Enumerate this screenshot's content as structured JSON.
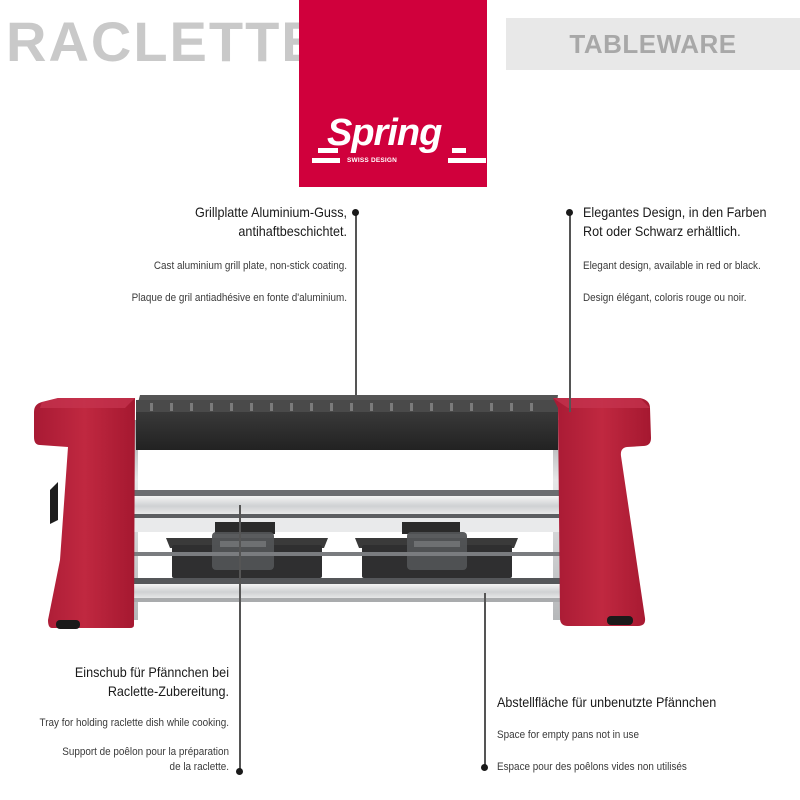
{
  "header": {
    "category_title": "RACLETTE",
    "section_tag": "TABLEWARE",
    "brand": {
      "name": "Spring",
      "tagline": "SWISS DESIGN",
      "color": "#d0003c"
    }
  },
  "product": {
    "name": "Raclette grill",
    "body_color": "#b8203a",
    "grill_color": "#2b2b2b"
  },
  "callouts": [
    {
      "id": "grill-plate",
      "heading_line1": "Grillplatte Aluminium-Guss,",
      "heading_line2": "antihaftbeschichtet.",
      "english": "Cast aluminium grill plate, non-stick coating.",
      "french": "Plaque de gril antiadhésive en fonte d'aluminium."
    },
    {
      "id": "design",
      "heading_line1": "Elegantes Design, in den Farben",
      "heading_line2": "Rot oder Schwarz erhältlich.",
      "english": "Elegant design, available in red or black.",
      "french": "Design élégant, coloris rouge ou noir."
    },
    {
      "id": "pan-tray",
      "heading_line1": "Einschub für Pfännchen bei",
      "heading_line2": "Raclette-Zubereitung.",
      "english": "Tray for holding raclette dish while cooking.",
      "french_line1": "Support de poêlon pour la préparation",
      "french_line2": "de la raclette."
    },
    {
      "id": "storage-shelf",
      "heading_line1": "Abstellfläche für unbenutzte Pfännchen",
      "english": "Space for empty pans not in use",
      "french": "Espace pour des poêlons vides non utilisés"
    }
  ]
}
